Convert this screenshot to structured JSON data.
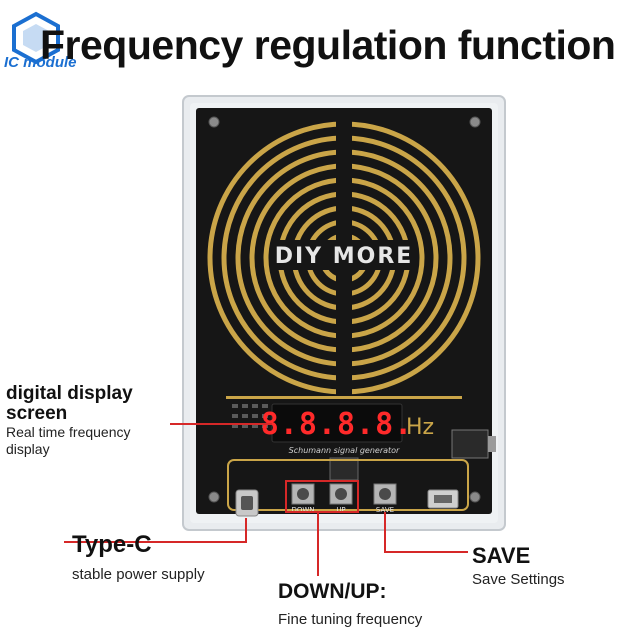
{
  "header": {
    "title": "Frequency regulation function"
  },
  "brand": {
    "logo_text": "IC module"
  },
  "device": {
    "brand_mark": "DIY MORE",
    "display_digits": "8.8.8.8.",
    "unit": "Hz",
    "pcb_caption": "Schumann signal generator",
    "buttons": {
      "down": "DOWN",
      "up": "UP",
      "save": "SAVE"
    },
    "colors": {
      "pcb": "#161616",
      "gold": "#caa548",
      "callout": "#d62828",
      "display_red": "#ff2a2a"
    }
  },
  "callouts": {
    "display": {
      "title": "digital display screen",
      "subtitle": "Real time frequency display"
    },
    "typec": {
      "title": "Type-C",
      "subtitle": "stable power supply"
    },
    "downup": {
      "title": "DOWN/UP:",
      "subtitle": "Fine tuning frequency"
    },
    "save": {
      "title": "SAVE",
      "subtitle": "Save Settings"
    }
  }
}
